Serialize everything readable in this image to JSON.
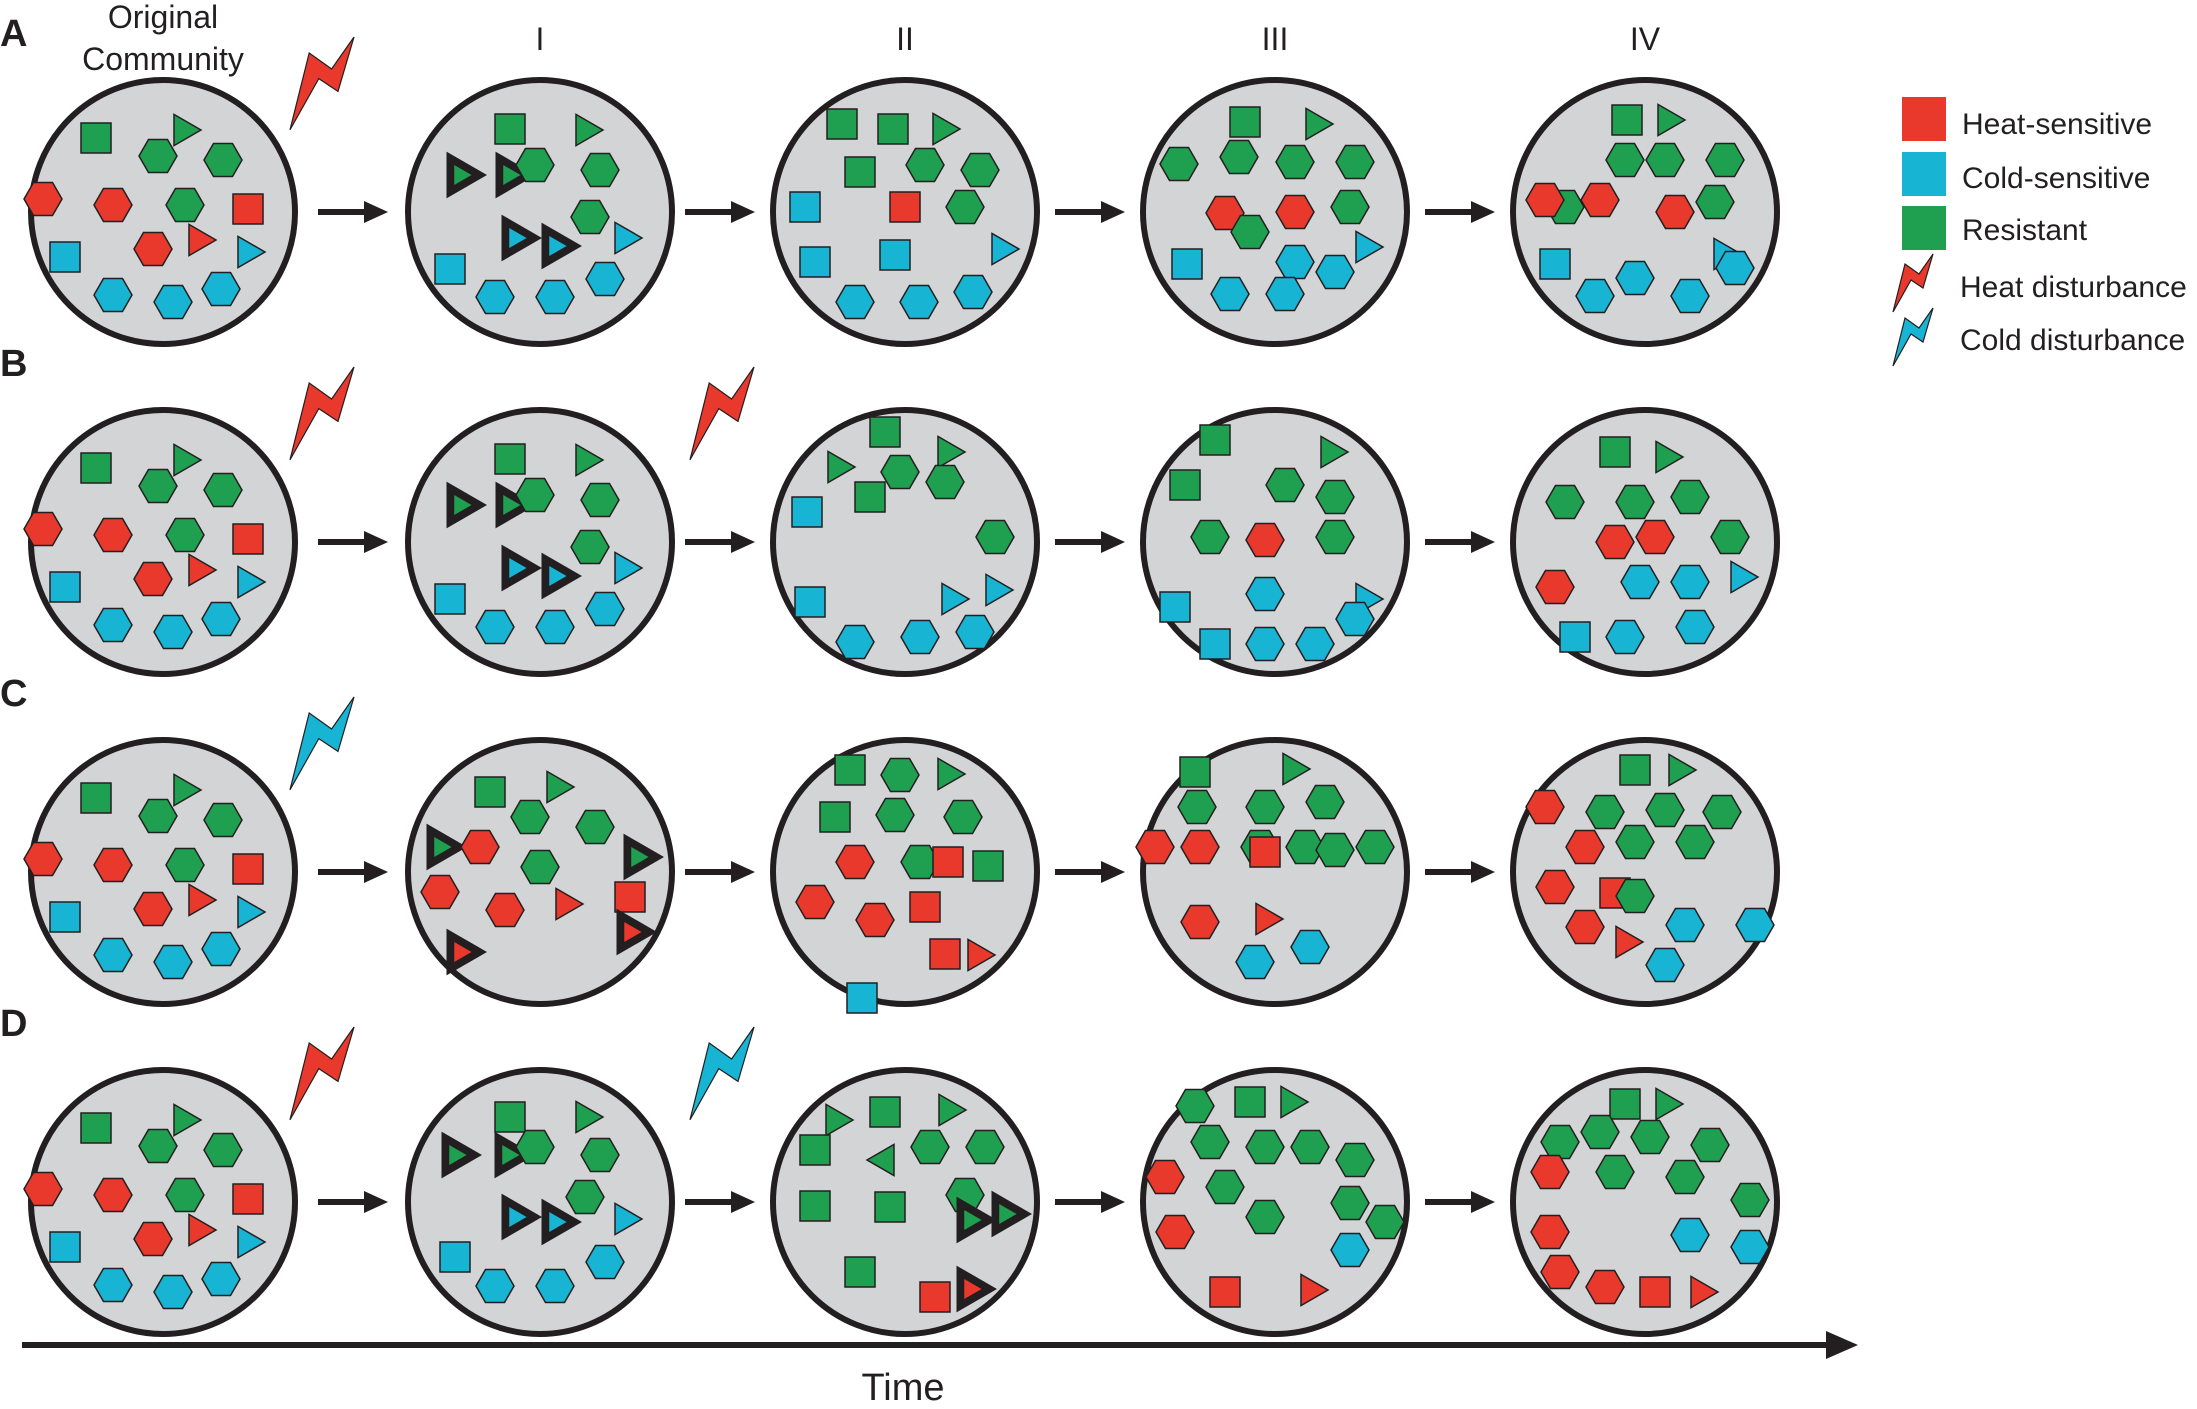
{
  "header": {
    "original_label_line1": "Original",
    "original_label_line2": "Community",
    "stages": [
      "I",
      "II",
      "III",
      "IV"
    ]
  },
  "legend": [
    {
      "label": "Heat-sensitive",
      "kind": "swatch",
      "color": "#e8392c",
      "icon": "red-square-icon"
    },
    {
      "label": "Cold-sensitive",
      "kind": "swatch",
      "color": "#17b4d4",
      "icon": "cyan-square-icon"
    },
    {
      "label": "Resistant",
      "kind": "swatch",
      "color": "#1fa050",
      "icon": "green-square-icon"
    },
    {
      "label": "Heat disturbance",
      "kind": "bolt",
      "color": "#e8392c",
      "icon": "red-lightning-icon"
    },
    {
      "label": "Cold disturbance",
      "kind": "bolt",
      "color": "#17b4d4",
      "icon": "blue-lightning-icon"
    }
  ],
  "colors": {
    "heat": "#e8392c",
    "cold": "#17b4d4",
    "resistant": "#1fa050",
    "circle_fill": "#d3d4d6",
    "ink": "#231f20"
  },
  "rows": [
    {
      "label": "A",
      "bolts": [
        "heat",
        null,
        null,
        null
      ]
    },
    {
      "label": "B",
      "bolts": [
        "heat",
        "heat",
        null,
        null
      ]
    },
    {
      "label": "C",
      "bolts": [
        "cold",
        null,
        null,
        null
      ]
    },
    {
      "label": "D",
      "bolts": [
        "heat",
        "cold",
        null,
        null
      ]
    }
  ],
  "time_axis_label": "Time"
}
